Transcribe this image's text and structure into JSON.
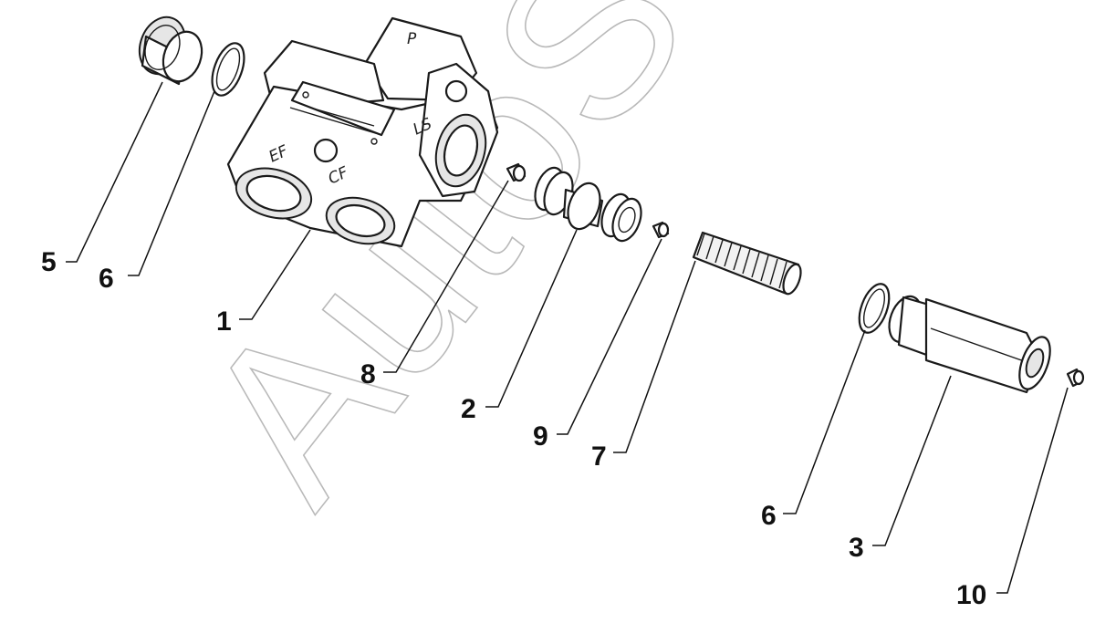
{
  "watermark": "AutoSoft",
  "port_labels": {
    "p": "P",
    "ls": "LS",
    "ef": "EF",
    "cf": "CF"
  },
  "callouts": [
    "5",
    "6",
    "1",
    "8",
    "2",
    "9",
    "7",
    "6",
    "3",
    "10"
  ]
}
